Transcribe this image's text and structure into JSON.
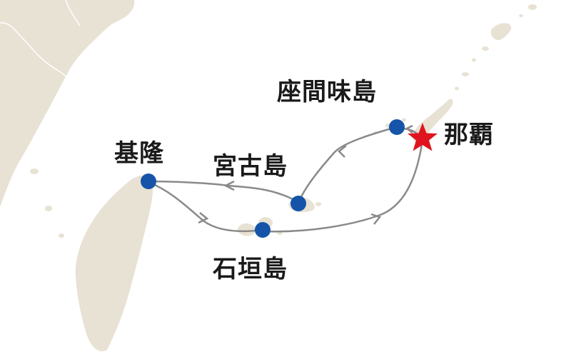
{
  "colors": {
    "land": "#e8e2d4",
    "border_line": "#ffffff",
    "route": "#8a8a8a",
    "port_dot": "#1554a8",
    "origin_star": "#e0141e",
    "label_text": "#1a1a1a"
  },
  "ports": {
    "naha": {
      "name": "那覇",
      "marker": "star-icon",
      "role": "start-end"
    },
    "zamami": {
      "name": "座間味島",
      "marker": "dot"
    },
    "miyako": {
      "name": "宮古島",
      "marker": "dot"
    },
    "keelung": {
      "name": "基隆",
      "marker": "dot"
    },
    "ishigaki": {
      "name": "石垣島",
      "marker": "dot"
    }
  },
  "route_order": [
    "那覇",
    "座間味島",
    "宮古島",
    "基隆",
    "石垣島",
    "那覇"
  ]
}
